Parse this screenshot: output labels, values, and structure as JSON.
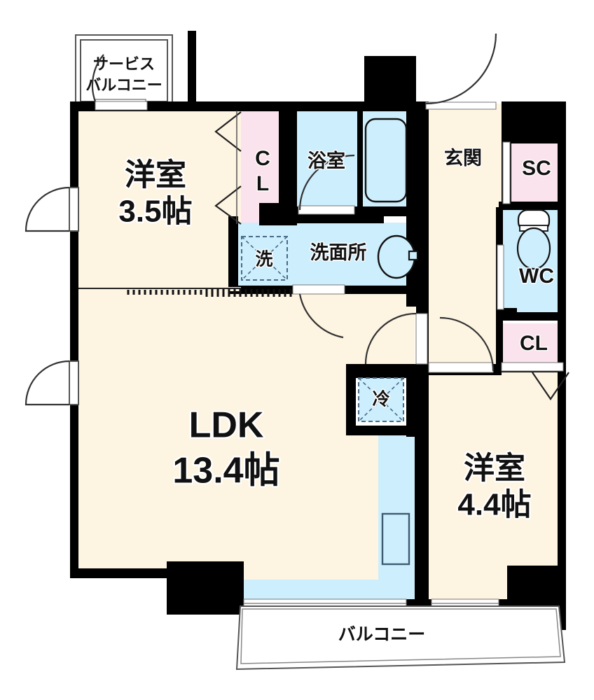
{
  "plan": {
    "title": "間取り図",
    "colors": {
      "wall": "#000000",
      "floor_living": "#fdf4e2",
      "floor_wet": "#cdeefc",
      "closet": "#fae3ec",
      "line": "#222222",
      "white": "#ffffff"
    }
  },
  "rooms": [
    {
      "id": "service-balcony",
      "name": "サービスバルコニー",
      "line1": "サービス",
      "line2": "バルコニー",
      "area": "",
      "type": "balcony"
    },
    {
      "id": "bedroom-1",
      "name": "洋室",
      "size": "3.5帖",
      "type": "western-room"
    },
    {
      "id": "closet-bedroom1",
      "name": "CL",
      "line1": "C",
      "line2": "L",
      "type": "closet"
    },
    {
      "id": "bathroom",
      "name": "浴室",
      "type": "bath"
    },
    {
      "id": "washroom",
      "name": "洗面所",
      "type": "washroom"
    },
    {
      "id": "washer",
      "name": "洗",
      "type": "washer-space"
    },
    {
      "id": "entrance",
      "name": "玄関",
      "type": "entrance"
    },
    {
      "id": "shoe-closet",
      "name": "SC",
      "type": "shoe-closet"
    },
    {
      "id": "toilet",
      "name": "WC",
      "type": "toilet"
    },
    {
      "id": "closet-bedroom2",
      "name": "CL",
      "type": "closet"
    },
    {
      "id": "bedroom-2",
      "name": "洋室",
      "size": "4.4帖",
      "type": "western-room"
    },
    {
      "id": "ldk",
      "name": "LDK",
      "size": "13.4帖",
      "type": "living-dining-kitchen"
    },
    {
      "id": "refrigerator",
      "name": "冷",
      "type": "fridge-space"
    },
    {
      "id": "balcony",
      "name": "バルコニー",
      "type": "balcony"
    }
  ],
  "labels": {
    "service_balcony_l1": "サービス",
    "service_balcony_l2": "バルコニー",
    "bedroom1_name": "洋室",
    "bedroom1_size": "3.5帖",
    "closet1_c": "C",
    "closet1_l": "L",
    "bathroom": "浴室",
    "washroom": "洗面所",
    "washer": "洗",
    "entrance": "玄関",
    "shoe_closet": "SC",
    "toilet": "WC",
    "closet2": "CL",
    "bedroom2_name": "洋室",
    "bedroom2_size": "4.4帖",
    "ldk_name": "LDK",
    "ldk_size": "13.4帖",
    "fridge": "冷",
    "balcony": "バルコニー"
  }
}
